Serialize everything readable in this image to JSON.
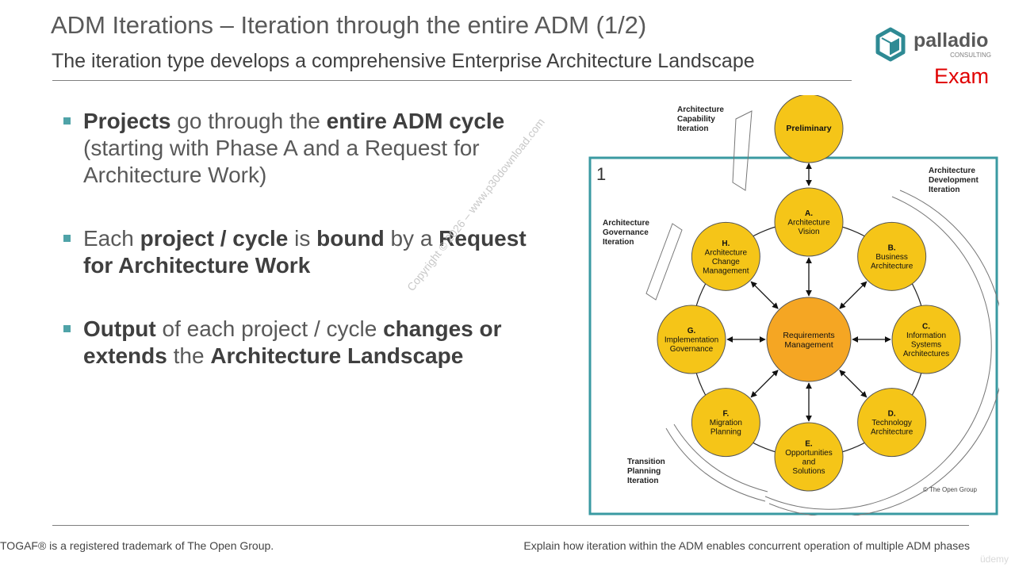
{
  "slide": {
    "title": "ADM Iterations – Iteration through the entire ADM (1/2)",
    "subtitle": "The iteration type develops a comprehensive Enterprise Architecture Landscape",
    "exam_label": "Exam",
    "bullets": [
      {
        "segments": [
          {
            "text": "Projects",
            "bold": true
          },
          {
            "text": " go through the ",
            "bold": false
          },
          {
            "text": "entire ADM cycle",
            "bold": true
          },
          {
            "text": " (starting with Phase A and a Request for Architecture Work)",
            "bold": false
          }
        ]
      },
      {
        "segments": [
          {
            "text": "Each ",
            "bold": false
          },
          {
            "text": "project / cycle",
            "bold": true
          },
          {
            "text": " is ",
            "bold": false
          },
          {
            "text": "bound",
            "bold": true
          },
          {
            "text": " by a ",
            "bold": false
          },
          {
            "text": "Request for Architecture Work",
            "bold": true
          }
        ]
      },
      {
        "segments": [
          {
            "text": "Output",
            "bold": true
          },
          {
            "text": " of each project / cycle ",
            "bold": false
          },
          {
            "text": "changes or extends",
            "bold": true
          },
          {
            "text": " the ",
            "bold": false
          },
          {
            "text": "Architecture Landscape",
            "bold": true
          }
        ]
      }
    ]
  },
  "logo": {
    "name": "palladio",
    "tagline": "CONSULTING",
    "icon": "cube-icon",
    "color": "#2e8a94"
  },
  "watermark": "Copyright © 2026 – www.p30download.com",
  "diagram": {
    "box_number": "1",
    "box_color": "#3a9aa2",
    "circle_color": "#f5c518",
    "center_color": "#f5a623",
    "preliminary": "Preliminary",
    "center": [
      "Requirements",
      "Management"
    ],
    "phases": [
      {
        "letter": "A.",
        "lines": [
          "Architecture",
          "Vision"
        ]
      },
      {
        "letter": "B.",
        "lines": [
          "Business",
          "Architecture"
        ]
      },
      {
        "letter": "C.",
        "lines": [
          "Information",
          "Systems",
          "Architectures"
        ]
      },
      {
        "letter": "D.",
        "lines": [
          "Technology",
          "Architecture"
        ]
      },
      {
        "letter": "E.",
        "lines": [
          "Opportunities",
          "and",
          "Solutions"
        ]
      },
      {
        "letter": "F.",
        "lines": [
          "Migration",
          "Planning"
        ]
      },
      {
        "letter": "G.",
        "lines": [
          "Implementation",
          "Governance"
        ]
      },
      {
        "letter": "H.",
        "lines": [
          "Architecture",
          "Change",
          "Management"
        ]
      }
    ],
    "iterations": {
      "capability": [
        "Architecture",
        "Capability",
        "Iteration"
      ],
      "development": [
        "Architecture",
        "Development",
        "Iteration"
      ],
      "governance": [
        "Architecture",
        "Governance",
        "Iteration"
      ],
      "transition": [
        "Transition",
        "Planning",
        "Iteration"
      ]
    },
    "copyright": "© The Open Group"
  },
  "footer": {
    "left": "TOGAF® is a registered trademark of The Open Group.",
    "right": "Explain how iteration within the ADM enables concurrent operation of multiple ADM phases",
    "brand": "üdemy"
  }
}
